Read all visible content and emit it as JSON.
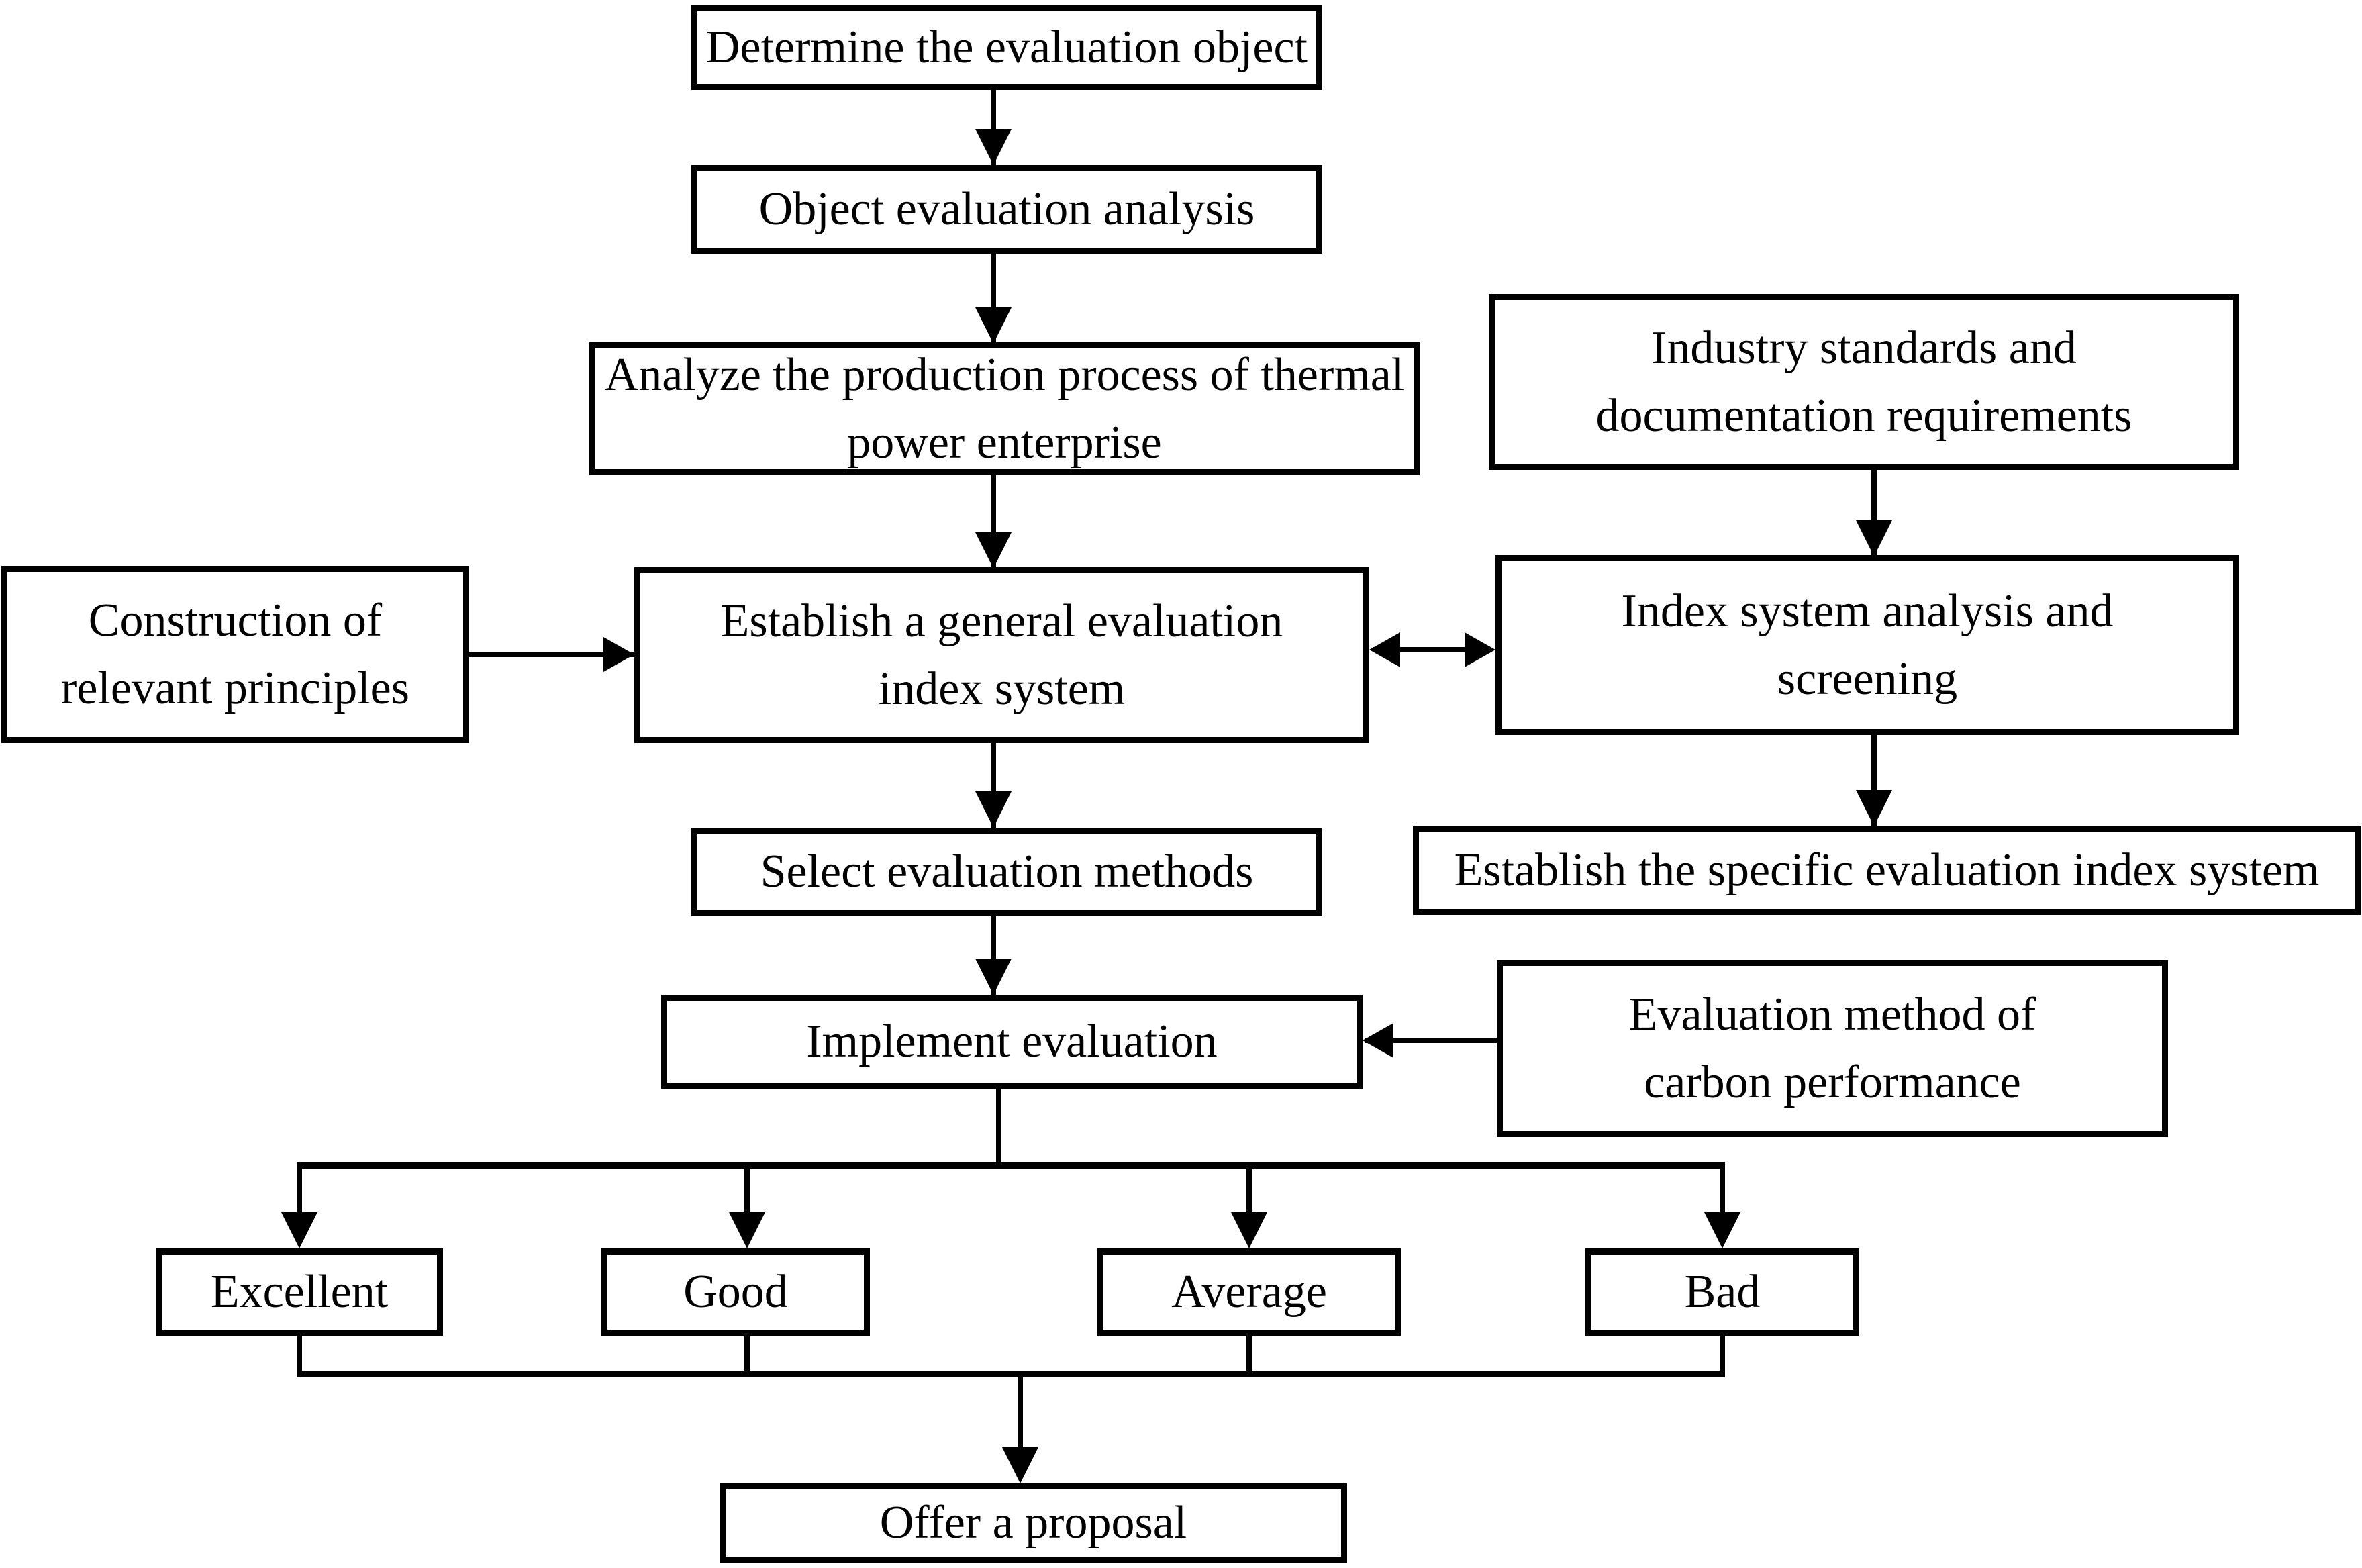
{
  "diagram": {
    "type": "flowchart",
    "colors": {
      "line": "#000000",
      "box_border": "#000000",
      "box_fill": "#ffffff",
      "background": "#ffffff",
      "text": "#000000"
    },
    "nodes": {
      "determine": {
        "label": "Determine the evaluation object"
      },
      "object_evaluation": {
        "label": "Object evaluation analysis"
      },
      "analyze_production": {
        "label": "Analyze the production process of thermal\npower enterprise"
      },
      "industry_standards": {
        "label": "Industry standards and\ndocumentation requirements"
      },
      "construction_principles": {
        "label": "Construction of\nrelevant principles"
      },
      "establish_general": {
        "label": "Establish a general evaluation\nindex system"
      },
      "index_analysis": {
        "label": "Index system analysis and\nscreening"
      },
      "select_methods": {
        "label": "Select evaluation methods"
      },
      "establish_specific": {
        "label": "Establish the specific evaluation index system"
      },
      "implement_evaluation": {
        "label": "Implement evaluation"
      },
      "evaluation_method_carbon": {
        "label": "Evaluation method of\ncarbon performance"
      },
      "excellent": {
        "label": "Excellent"
      },
      "good": {
        "label": "Good"
      },
      "average": {
        "label": "Average"
      },
      "bad": {
        "label": "Bad"
      },
      "offer_proposal": {
        "label": "Offer a proposal"
      }
    },
    "edges": [
      {
        "from": "determine",
        "to": "object_evaluation",
        "type": "arrow"
      },
      {
        "from": "object_evaluation",
        "to": "analyze_production",
        "type": "arrow"
      },
      {
        "from": "analyze_production",
        "to": "establish_general",
        "type": "arrow"
      },
      {
        "from": "industry_standards",
        "to": "index_analysis",
        "type": "arrow"
      },
      {
        "from": "construction_principles",
        "to": "establish_general",
        "type": "arrow"
      },
      {
        "from": "establish_general",
        "to": "index_analysis",
        "type": "double-arrow"
      },
      {
        "from": "establish_general",
        "to": "select_methods",
        "type": "arrow"
      },
      {
        "from": "index_analysis",
        "to": "establish_specific",
        "type": "arrow"
      },
      {
        "from": "select_methods",
        "to": "implement_evaluation",
        "type": "arrow"
      },
      {
        "from": "evaluation_method_carbon",
        "to": "implement_evaluation",
        "type": "arrow"
      },
      {
        "from": "implement_evaluation",
        "to": "excellent",
        "type": "arrow"
      },
      {
        "from": "implement_evaluation",
        "to": "good",
        "type": "arrow"
      },
      {
        "from": "implement_evaluation",
        "to": "average",
        "type": "arrow"
      },
      {
        "from": "implement_evaluation",
        "to": "bad",
        "type": "arrow"
      },
      {
        "from": "excellent",
        "to": "offer_proposal",
        "type": "merge-arrow"
      },
      {
        "from": "good",
        "to": "offer_proposal",
        "type": "merge-arrow"
      },
      {
        "from": "average",
        "to": "offer_proposal",
        "type": "merge-arrow"
      },
      {
        "from": "bad",
        "to": "offer_proposal",
        "type": "merge-arrow"
      }
    ]
  }
}
